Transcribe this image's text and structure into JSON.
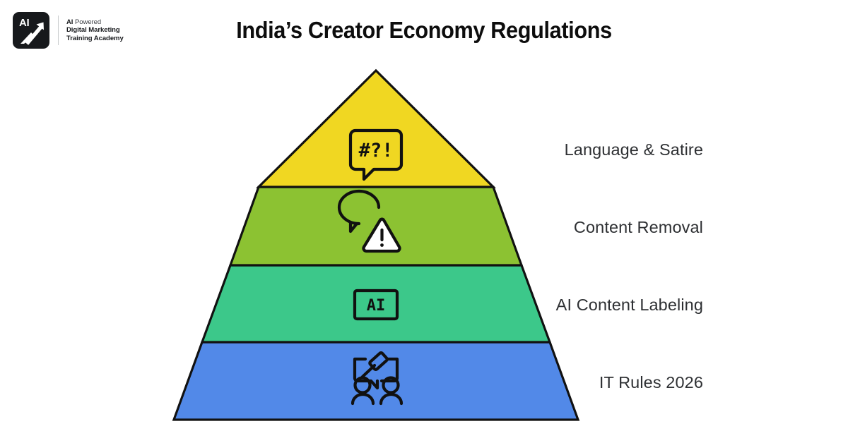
{
  "header": {
    "title": "India’s Creator Economy Regulations",
    "logo": {
      "mark_text": "AI",
      "mark_icon": "upward-arrow-icon",
      "line1_bold": "AI",
      "line1_regular": " Powered",
      "line2": "Digital Marketing",
      "line3": "Training Academy"
    }
  },
  "pyramid": {
    "tiers": [
      {
        "label": "Language & Satire",
        "color": "#F0D722",
        "icon_name": "speech-bubble-symbols-icon",
        "icon_text": "#?!"
      },
      {
        "label": "Content Removal",
        "color": "#8CC232",
        "icon_name": "speech-bubble-warning-icon",
        "icon_text": ""
      },
      {
        "label": "AI Content Labeling",
        "color": "#3CC88A",
        "icon_name": "ai-badge-icon",
        "icon_text": "AI"
      },
      {
        "label": "IT Rules 2026",
        "color": "#5289E8",
        "icon_name": "gavel-people-icon",
        "icon_text": ""
      }
    ],
    "outline_color": "#111111",
    "background": "#FFFFFF"
  }
}
